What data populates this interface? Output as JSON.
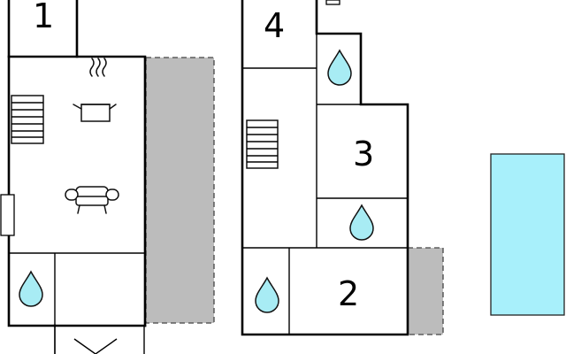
{
  "rooms": {
    "bedroom_1": "1",
    "bedroom_2": "2",
    "bedroom_3": "3",
    "bedroom_4": "4"
  },
  "colors": {
    "wall": "#000000",
    "terrace": "#bcbcbc",
    "pool": "#a8f0fb",
    "water_drop": "#a8ecf4"
  },
  "icons": [
    "stairs-icon",
    "cooking-pot-icon",
    "sofa-icon",
    "water-drop-icon"
  ]
}
